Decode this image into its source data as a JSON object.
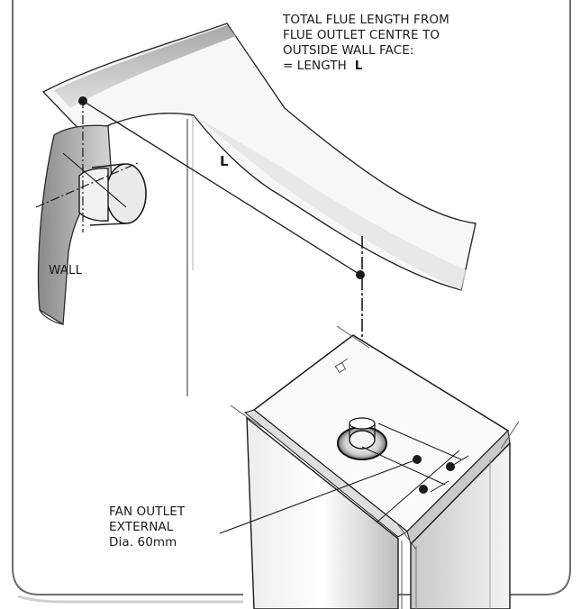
{
  "title_block": {
    "line1": "TOTAL FLUE LENGTH FROM",
    "line2": "FLUE OUTLET CENTRE TO",
    "line3": "OUTSIDE WALL FACE:",
    "line4_prefix": "= LENGTH",
    "line4_symbol": "L"
  },
  "length_label": "L",
  "wall_label": "WALL",
  "fan_outlet": {
    "line1": "FAN OUTLET",
    "line2": "EXTERNAL",
    "line3": "Dia. 60mm"
  },
  "colors": {
    "ink": "#1a1a1a",
    "frame": "#6e6e6e",
    "shade": "#bdbdbd",
    "paper": "#ffffff"
  }
}
